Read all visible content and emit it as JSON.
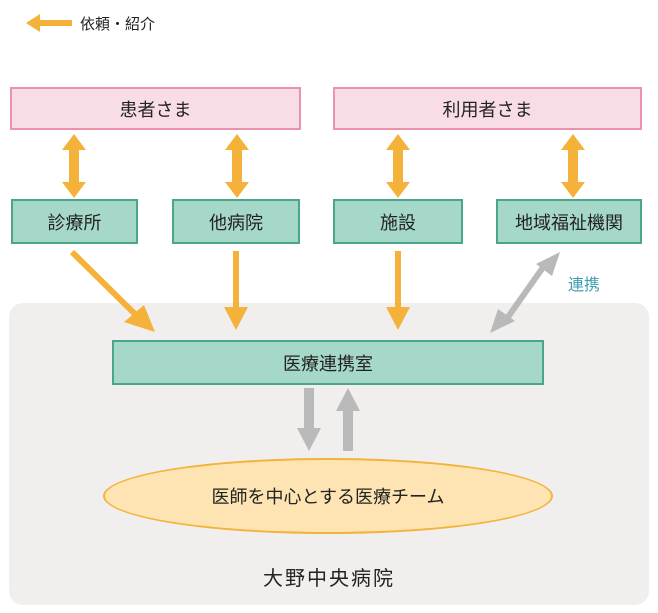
{
  "legend": {
    "label": "依頼・紹介"
  },
  "top_boxes": {
    "patients": "患者さま",
    "users": "利用者さま"
  },
  "mid_boxes": {
    "clinic": "診療所",
    "other_hospital": "他病院",
    "facility": "施設",
    "welfare": "地域福祉機関"
  },
  "renkei_label": "連携",
  "center_box": "医療連携室",
  "team": "医師を中心とする医療チーム",
  "hospital_name": "大野中央病院",
  "colors": {
    "referral": "#f4b23a",
    "link": "#b9b9b9",
    "pink_fill": "#f9dde6",
    "green_fill": "#a6d8c9"
  }
}
